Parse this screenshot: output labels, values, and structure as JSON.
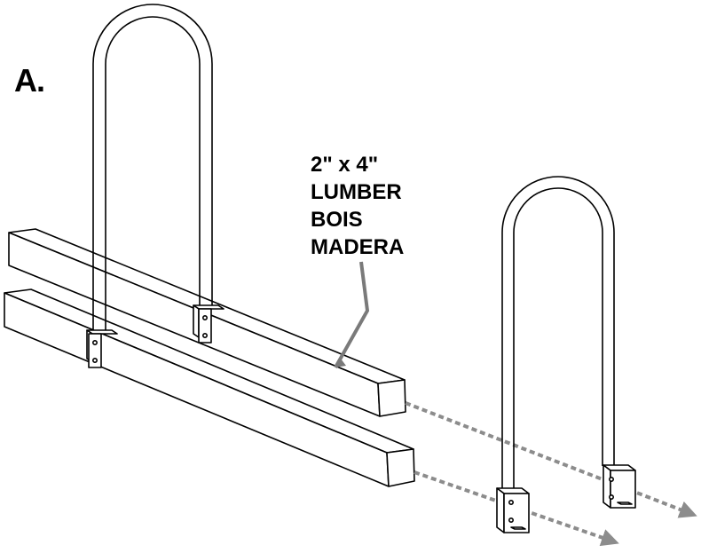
{
  "step": "A.",
  "callout": {
    "lines": [
      "2\" x 4\"",
      "LUMBER",
      "BOIS",
      "MADERA"
    ]
  },
  "colors": {
    "line": "#000000",
    "fill": "#ffffff",
    "pointer": "#7a7a7a",
    "dashed_arrow": "#8c8c8c"
  }
}
